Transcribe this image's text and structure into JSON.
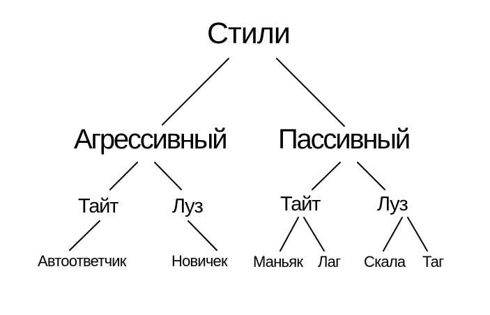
{
  "diagram": {
    "type": "tree",
    "root": {
      "label": "Стили",
      "children": [
        {
          "label": "Агрессивный",
          "children": [
            {
              "label": "Тайт",
              "children": [
                {
                  "label": "Автоответчик"
                }
              ]
            },
            {
              "label": "Луз",
              "children": [
                {
                  "label": "Новичек"
                }
              ]
            }
          ]
        },
        {
          "label": "Пассивный",
          "children": [
            {
              "label": "Тайт",
              "children": [
                {
                  "label": "Маньяк"
                },
                {
                  "label": "Лаг"
                }
              ]
            },
            {
              "label": "Луз",
              "children": [
                {
                  "label": "Скала"
                },
                {
                  "label": "Таг"
                }
              ]
            }
          ]
        }
      ]
    },
    "colors": {
      "background": "#ffffff",
      "text": "#000000",
      "lines": "#000000"
    }
  }
}
